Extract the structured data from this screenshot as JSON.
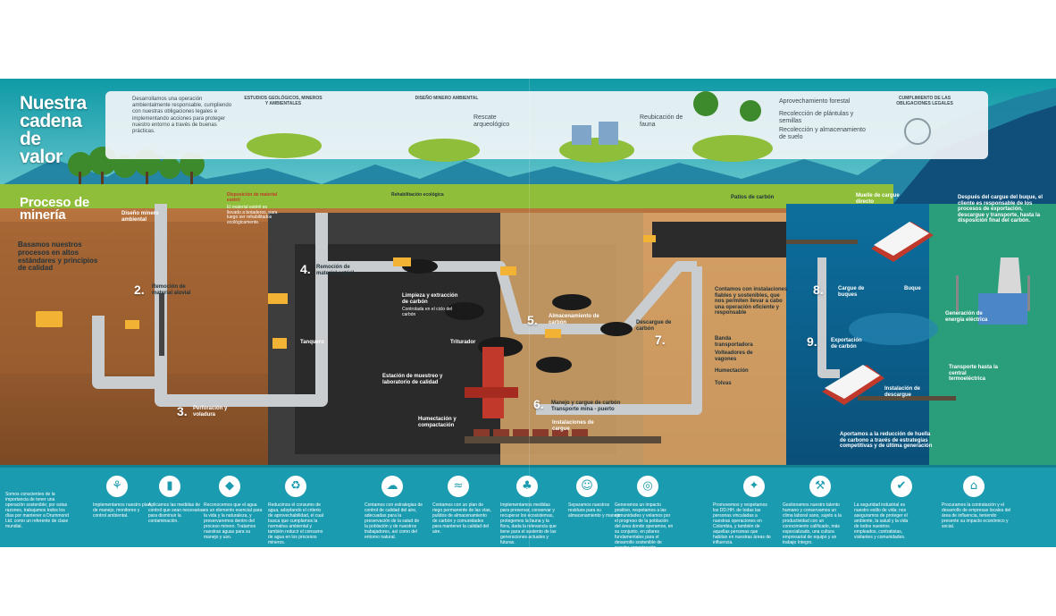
{
  "title": "Nuestra cadena de valor",
  "subtitle": "Proceso de minería",
  "intro": "Desarrollamos una operación ambientalmente responsable, cumpliendo con nuestras obligaciones legales e implementando acciones para proteger nuestro entorno a través de buenas prácticas.",
  "principles": "Basamos nuestros procesos en altos estándares y principios de calidad",
  "banner": {
    "stages": [
      "ESTUDIOS GEOLÓGICOS, MINEROS Y AMBIENTALES",
      "DISEÑO MINERO AMBIENTAL",
      "CUMPLIMIENTO DE LAS OBLIGACIONES LEGALES"
    ],
    "items": [
      "Rescate arqueológico",
      "Reubicación de fauna",
      "Aprovechamiento forestal"
    ],
    "forestal_bullets": [
      "Recolección de plántulas y semillas",
      "Recolección y almacenamiento de suelo"
    ]
  },
  "steps": [
    {
      "num": "2.",
      "label": "Remoción de material aluvial"
    },
    {
      "num": "3.",
      "label": "Perforación y voladura"
    },
    {
      "num": "4.",
      "label": "Remoción de material estéril"
    },
    {
      "num": "5.",
      "label": "Almacenamiento de carbón"
    },
    {
      "num": "6.",
      "label": "Manejo y cargue de carbón Transporte mina - puerto"
    },
    {
      "num": "7.",
      "label": "Descargue de carbón"
    },
    {
      "num": "8.",
      "label": "Cargue de buques"
    },
    {
      "num": "9.",
      "label": "Exportación de carbón"
    }
  ],
  "labels": {
    "diseno": "Diseño minero ambiental",
    "disposicion": "Disposición de material estéril",
    "disposicion_note": "El material estéril es llevado a botaderos, para luego ser rehabilitados ecológicamente.",
    "rehab": "Rehabilitación ecológica",
    "limpieza": "Limpieza y extracción de carbón",
    "limpieza_note": "Controlada en el ciclo del carbón",
    "tanquero": "Tanquero",
    "triturador": "Triturador",
    "estacion": "Estación de muestreo y laboratorio de calidad",
    "humectacion": "Humectación y compactación",
    "instalaciones": "Instalaciones de cargue",
    "patios": "Patios de carbón",
    "muelle": "Muelle de cargue directo",
    "buque": "Buque",
    "instalacion_descargue": "Instalación de descargue",
    "banda": "Banda transportadora",
    "volteadores": "Volteadores de vagones",
    "humectacion2": "Humectación",
    "tolvas": "Tolvas",
    "contamos": "Contamos con instalaciones fiables y sostenibles, que nos permiten llevar a cabo una operación eficiente y responsable",
    "despues": "Después del cargue del buque, el cliente es responsable de los procesos de exportación, descargue y transporte, hasta la disposición final del carbón.",
    "generacion": "Generación de energía eléctrica",
    "transporte": "Transporte hasta la central termoeléctrica",
    "aportamos": "Aportamos a la reducción de huella de carbono a través de estrategias competitivas y de última generación"
  },
  "footer": [
    {
      "icon": "leaf-icon",
      "text": ""
    },
    {
      "icon": "hand-plant-icon",
      "text": "Implementamos nuestro plan de manejo, monitoreo y control ambiental."
    },
    {
      "icon": "bottle-icon",
      "text": "Aplicamos las medidas de control que sean necesarias para disminuir la contaminación."
    },
    {
      "icon": "water-drop-icon",
      "text": "Reconocemos que el agua es un elemento esencial para la vida y la naturaleza, y preservaremos dentro del proceso minero. Tratamos nuestras aguas para su manejo y uso."
    },
    {
      "icon": "recycle-icon",
      "text": "Reducimos el consumo de agua, adoptando el criterio de aprovechabilidad, el cual busca que cumplamos la normativa ambiental y también reducir el consumo de agua en los procesos mineros."
    },
    {
      "icon": "cloud-icon",
      "text": "Contamos con estrategias de control de calidad del aire, adecuadas para la preservación de la salud de la población y de nuestros trabajadores, así como del entorno natural."
    },
    {
      "icon": "wind-icon",
      "text": "Contamos con un plan de riego permanente de las vías, pulidos de almacenamiento de carbón y comunidades para mantener la calidad del aire."
    },
    {
      "icon": "tree-icon",
      "text": "Implementamos medidas para preservar, conservar y recuperar los ecosistemas, protegemos la fauna y la flora, dada la relevancia que tiene para el sustento de las generaciones actuales y futuras."
    },
    {
      "icon": "people-icon",
      "text": "Separamos nuestros residuos para su almacenamiento y manejo."
    },
    {
      "icon": "community-icon",
      "text": "Generamos un impacto positivo, respetamos a las comunidades y velamos por el progreso de la población del área donde operamos, en su conjunto, en pilares fundamentales para el desarrollo sostenible de nuestra organización."
    },
    {
      "icon": "handshake-icon",
      "text": "Promovemos y respetamos los DD.HH. de todas las personas vinculadas a nuestras operaciones en Colombia, y también de aquellas personas que habitan en nuestras áreas de influencia."
    },
    {
      "icon": "worker-icon",
      "text": "Gestionamos nuestro talento humano y conservamos un clima laboral sano, sujeto a la productividad con un conocimiento calificado, más especializado, una cultura empresarial de equipo y un trabajo íntegro."
    },
    {
      "icon": "safety-icon",
      "text": "La seguridad industrial es nuestro estilo de vida; nos aseguramos de proteger el ambiente, la salud y la vida de todos nuestros empleados, contratistas, visitantes y comunidades."
    },
    {
      "icon": "shop-icon",
      "text": "Procuramos la contratación y el desarrollo de empresas locales del área de influencia, teniendo presente su impacto económico y social."
    }
  ],
  "footer_intro": "Somos conscientes de la importancia de tener una operación sostenible; por estas razones, trabajamos todos los días por mantener a Drummond Ltd. como un referente de clase mundial."
}
